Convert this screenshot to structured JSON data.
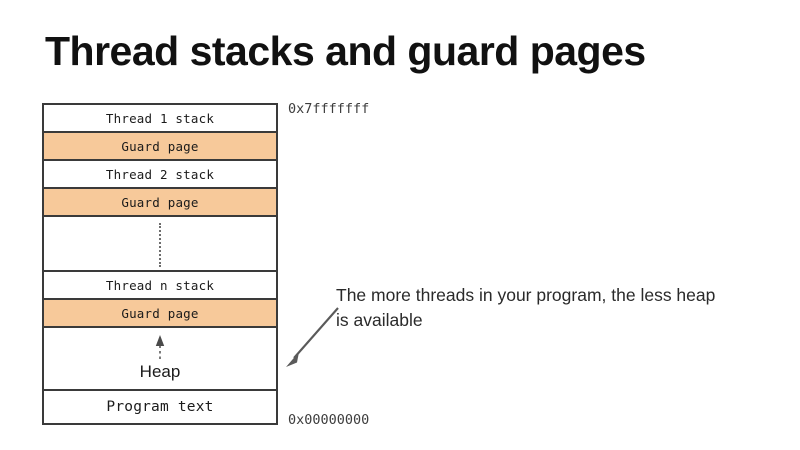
{
  "slide": {
    "title": "Thread stacks and guard pages",
    "background_color": "#ffffff"
  },
  "colors": {
    "guard_page_fill": "#f7c99a",
    "border": "#3a3a3a",
    "text": "#1b1b1b",
    "address_text": "#3d3d3d",
    "annotation_text": "#2a2a2a",
    "arrow": "#5a5a5a"
  },
  "memory_diagram": {
    "name": "process-address-space",
    "top_address": "0x7fffffff",
    "bottom_address": "0x00000000",
    "rows": [
      {
        "id": "thread-1-stack",
        "label": "Thread 1 stack",
        "type": "stack"
      },
      {
        "id": "guard-page-1",
        "label": "Guard page",
        "type": "guard"
      },
      {
        "id": "thread-2-stack",
        "label": "Thread 2 stack",
        "type": "stack"
      },
      {
        "id": "guard-page-2",
        "label": "Guard page",
        "type": "guard"
      },
      {
        "id": "ellipsis-gap",
        "label": "",
        "type": "gap"
      },
      {
        "id": "thread-n-stack",
        "label": "Thread n stack",
        "type": "stack"
      },
      {
        "id": "guard-page-n",
        "label": "Guard page",
        "type": "guard"
      },
      {
        "id": "heap",
        "label": "Heap",
        "type": "heap"
      },
      {
        "id": "program-text",
        "label": "Program text",
        "type": "text"
      }
    ]
  },
  "annotation": {
    "text": "The more threads in your program, the less heap is available"
  }
}
